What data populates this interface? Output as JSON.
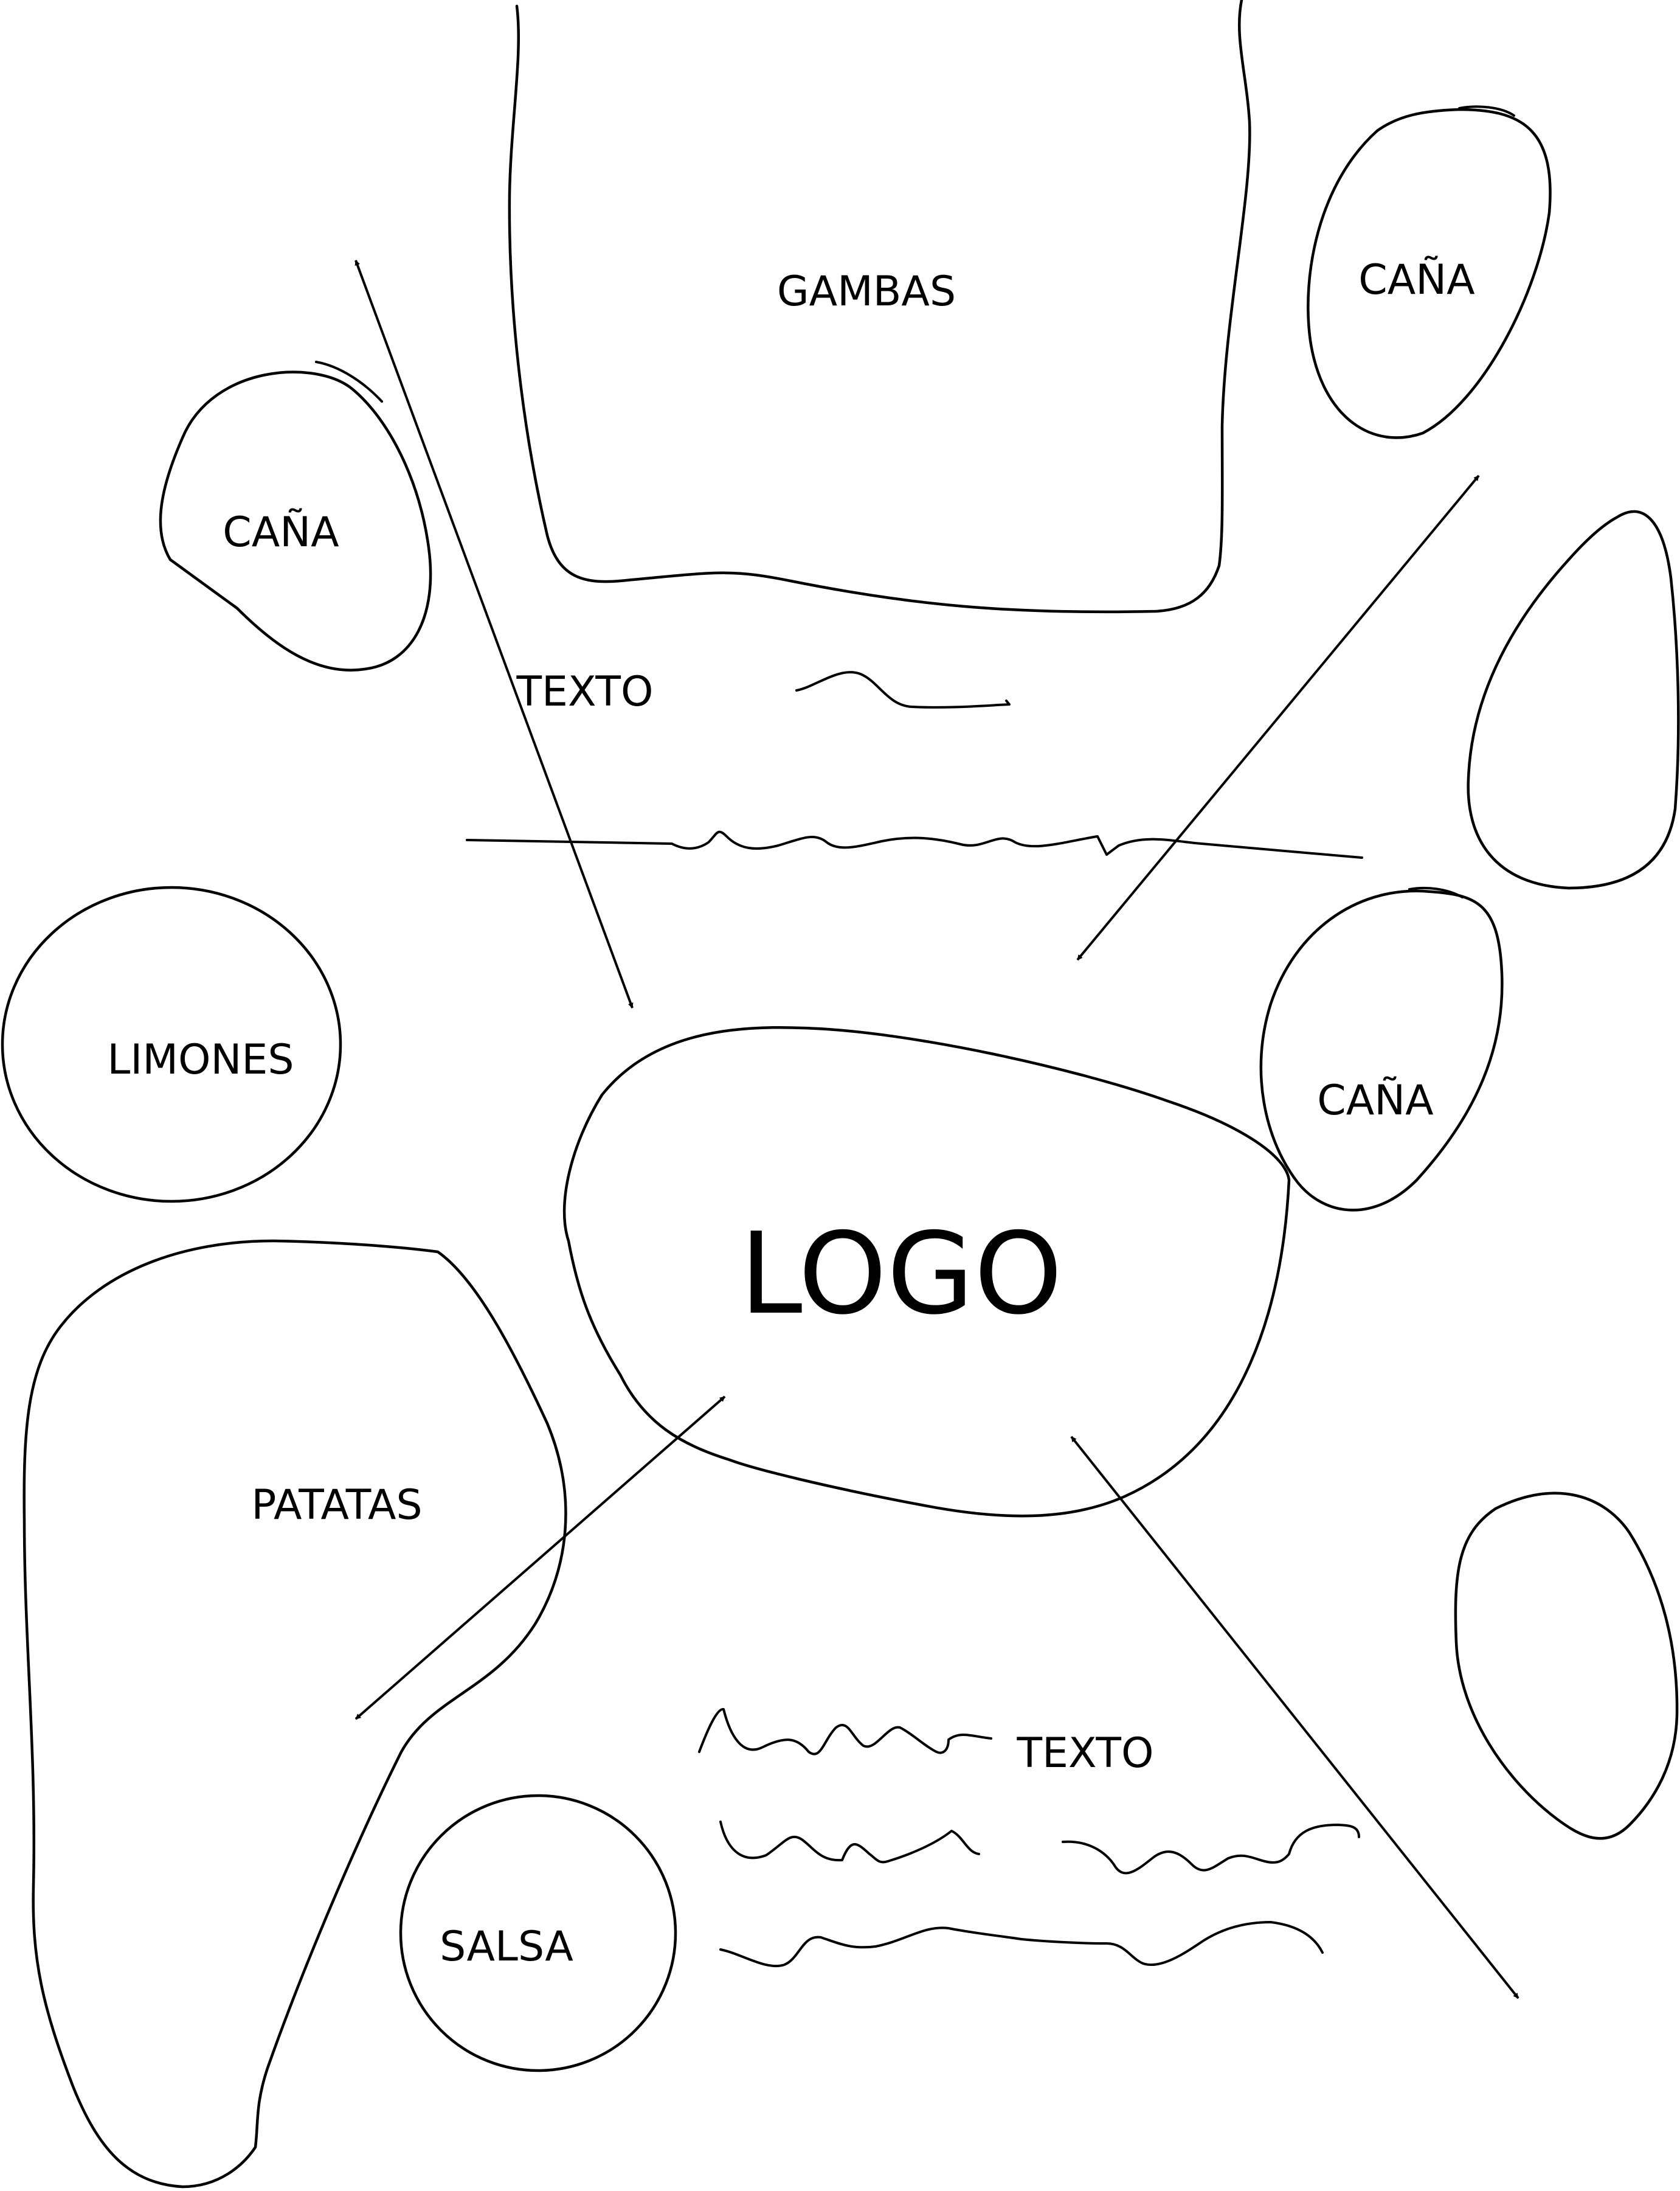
{
  "labels": {
    "gambas": "GAMBAS",
    "cana_top_right": "CAÑA",
    "cana_left": "CAÑA",
    "cana_middle_right": "CAÑA",
    "texto_top": "TEXTO",
    "texto_bottom": "TEXTO",
    "limones": "LIMONES",
    "logo": "LOGO",
    "patatas": "PATATAS",
    "salsa": "SALSA"
  },
  "colors": {
    "ink": "#000000",
    "paper": "#ffffff"
  }
}
